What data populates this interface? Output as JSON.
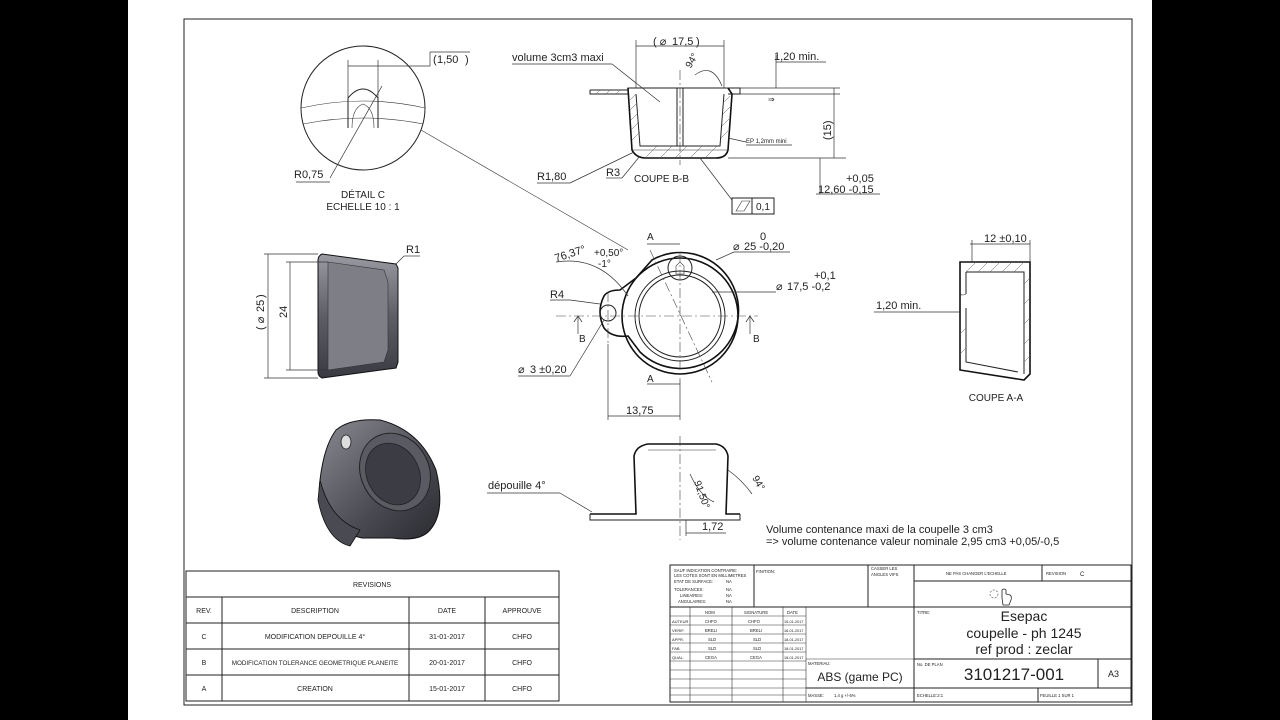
{
  "detail_c": {
    "dim_thickness": "1,50",
    "radius": "R0,75",
    "label": "DÉTAIL C",
    "scale": "ECHELLE 10 : 1"
  },
  "coupe_bb": {
    "volume_note": "volume 3cm3 maxi",
    "dia_top": "17,5",
    "angle": "94°",
    "thickness_min": "1,20 min.",
    "height": "(15)",
    "ep_note": "EP 1,2mm mini",
    "r1": "R1,80",
    "r2": "R3",
    "label": "COUPE B-B",
    "tol_upper": "+0,05",
    "tol_dim": "12,60 -0,15",
    "flatness_value": "0,1"
  },
  "side_view": {
    "radius": "R1",
    "dia": "25",
    "height": "24"
  },
  "front_view": {
    "angle": "76,37°",
    "angle_tol_plus": "+0,50°",
    "angle_tol_minus": "-1°",
    "dia25_upper": "0",
    "dia25": "25 -0,20",
    "dia175_upper": "+0,1",
    "dia175": "17,5 -0,2",
    "r4": "R4",
    "hole": "3 ±0,20",
    "dist": "13,75",
    "sec_a_top": "A",
    "sec_a_bottom": "A",
    "sec_b_left": "B",
    "sec_b_right": "B"
  },
  "coupe_aa": {
    "width": "12 ±0,10",
    "thickness": "1,20 min.",
    "label": "COUPE A-A"
  },
  "bottom_view": {
    "draft": "dépouille 4°",
    "angle1": "91,50°",
    "angle2": "94°",
    "dim": "1,72"
  },
  "note": {
    "line1": "Volume contenance maxi de la coupelle 3 cm3",
    "line2": "=> volume contenance valeur nominale 2,95 cm3  +0,05/-0,5"
  },
  "revisions": {
    "title": "REVISIONS",
    "headers": [
      "REV.",
      "DESCRIPTION",
      "DATE",
      "APPROUVE"
    ],
    "rows": [
      {
        "rev": "C",
        "desc": "MODIFICATION DEPOUILLE 4°",
        "date": "31-01-2017",
        "by": "CHFO"
      },
      {
        "rev": "B",
        "desc": "MODIFICATION TOLERANCE GEOMETRIQUE PLANEITE",
        "date": "20-01-2017",
        "by": "CHFO"
      },
      {
        "rev": "A",
        "desc": "CREATION",
        "date": "15-01-2017",
        "by": "CHFO"
      }
    ]
  },
  "title_block": {
    "note_lines": [
      "SAUF INDICATION CONTRAIRE:",
      "LES COTES SONT EN MILLIMETRES",
      "ETAT DE SURFACE:",
      "TOLERANCES:",
      "LINEAIRES:",
      "ANGULAIRES:"
    ],
    "note_values": [
      "NA",
      "NA",
      "NA",
      "NA"
    ],
    "finition": "FINITION:",
    "casser": "CASSER LES",
    "angles_vifs": "ANGLES VIFS",
    "ne_pas": "NE PAS CHANGER L'ECHELLE",
    "revision_label": "REVISION",
    "revision_value": "C",
    "col_nom": "NOM",
    "col_sig": "SIGNATURE",
    "col_date": "DATE",
    "roles": [
      "AUTEUR",
      "VERIF.",
      "APPR.",
      "FAB.",
      "QUAL."
    ],
    "names": [
      "CHFO",
      "BRELI",
      "SLD",
      "SLD",
      "CEGA"
    ],
    "sigs": [
      "CHFO",
      "BRELI",
      "SLD",
      "SLD",
      "CEGA"
    ],
    "dates": [
      "15-01-2017",
      "16-01-2017",
      "18-01-2017",
      "18-01-2017",
      "18-01-2017"
    ],
    "titre_label": "TITRE:",
    "company": "Esepac",
    "part": "coupelle - ph 1245",
    "ref": "ref prod : zeclar",
    "materiau_label": "MATERIAU:",
    "material": "ABS (game PC)",
    "plan_label": "No. DE PLAN",
    "plan_number": "3101217-001",
    "format": "A3",
    "masse": "MASSE:",
    "masse_value": "1,4 g +/-5%",
    "echelle": "ECHELLE:2:1",
    "feuille": "FEUILLE 1 SUR 1"
  }
}
